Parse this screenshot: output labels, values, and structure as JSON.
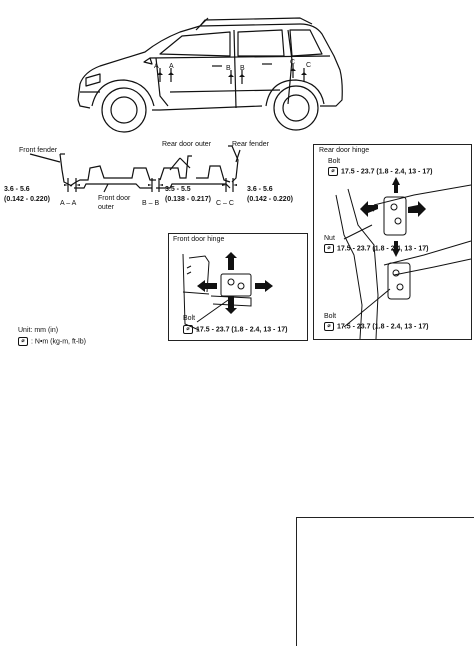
{
  "car": {
    "section_a": "A",
    "section_b": "B",
    "section_c": "C"
  },
  "sections": {
    "front_fender": "Front fender",
    "front_door_outer": [
      "Front door",
      "outer"
    ],
    "rear_door_outer": "Rear door outer",
    "rear_fender": "Rear fender",
    "gap1_mm": "3.6 - 5.6",
    "gap1_in": "(0.142 - 0.220)",
    "gap2_mm": "3.5 - 5.5",
    "gap2_in": "(0.138 - 0.217)",
    "gap3_mm": "3.6 - 5.6",
    "gap3_in": "(0.142 - 0.220)",
    "cut_aa": "A – A",
    "cut_bb": "B – B",
    "cut_cc": "C – C"
  },
  "rear_hinge": {
    "title": "Rear door hinge",
    "bolt1": "Bolt",
    "torque1": "17.5 - 23.7 (1.8 - 2.4, 13 - 17)",
    "nut": "Nut",
    "torque2": "17.5 - 23.7 (1.8 - 2.4, 13 - 17)",
    "bolt2": "Bolt",
    "torque3": "17.5 - 23.7 (1.8 - 2.4, 13 - 17)"
  },
  "front_hinge": {
    "title": "Front door hinge",
    "bolt": "Bolt",
    "torque": "17.5 - 23.7 (1.8 - 2.4, 13 - 17)"
  },
  "legend": {
    "unit": "Unit: mm (in)",
    "torque_units": ": N•m (kg-m, ft-lb)"
  }
}
